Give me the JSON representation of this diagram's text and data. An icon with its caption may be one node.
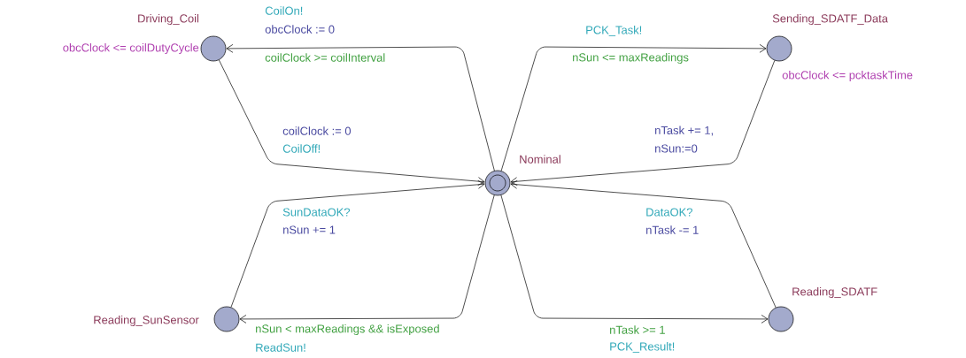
{
  "diagram": {
    "nodes": [
      {
        "text": [
          "Driving_Coil",
          "obcClock <= coilDutyCycle"
        ]
      },
      {
        "text": [
          "Sending_SDATF_Data",
          "obcClock <= pcktaskTime"
        ]
      },
      {
        "text": [
          "Nominal"
        ]
      },
      {
        "text": [
          "Reading_SunSensor"
        ]
      },
      {
        "text": [
          "Reading_SDATF"
        ]
      }
    ],
    "edges": [
      {
        "from": 2,
        "to": 0,
        "arrow": "to",
        "label": [
          "CoilOn!",
          "obcClock := 0",
          "coilClock >= coilInterval"
        ]
      },
      {
        "from": 0,
        "to": 2,
        "arrow": "to",
        "label": [
          "coilClock := 0",
          "CoilOff!"
        ]
      },
      {
        "from": 2,
        "to": 1,
        "arrow": "to",
        "label": [
          "PCK_Task!",
          "nSun <= maxReadings"
        ]
      },
      {
        "from": 1,
        "to": 2,
        "arrow": "to",
        "label": [
          "nTask += 1,",
          "nSun:=0"
        ]
      },
      {
        "from": 3,
        "to": 2,
        "arrow": "to",
        "label": [
          "SunDataOK?",
          "nSun += 1"
        ]
      },
      {
        "from": 2,
        "to": 3,
        "arrow": "to",
        "label": [
          "nSun < maxReadings && isExposed",
          "ReadSun!"
        ]
      },
      {
        "from": 4,
        "to": 2,
        "arrow": "to",
        "label": [
          "DataOK?",
          "nTask -= 1"
        ]
      },
      {
        "from": 2,
        "to": 4,
        "arrow": "to",
        "label": [
          "nTask >= 1",
          "PCK_Result!"
        ]
      }
    ]
  }
}
